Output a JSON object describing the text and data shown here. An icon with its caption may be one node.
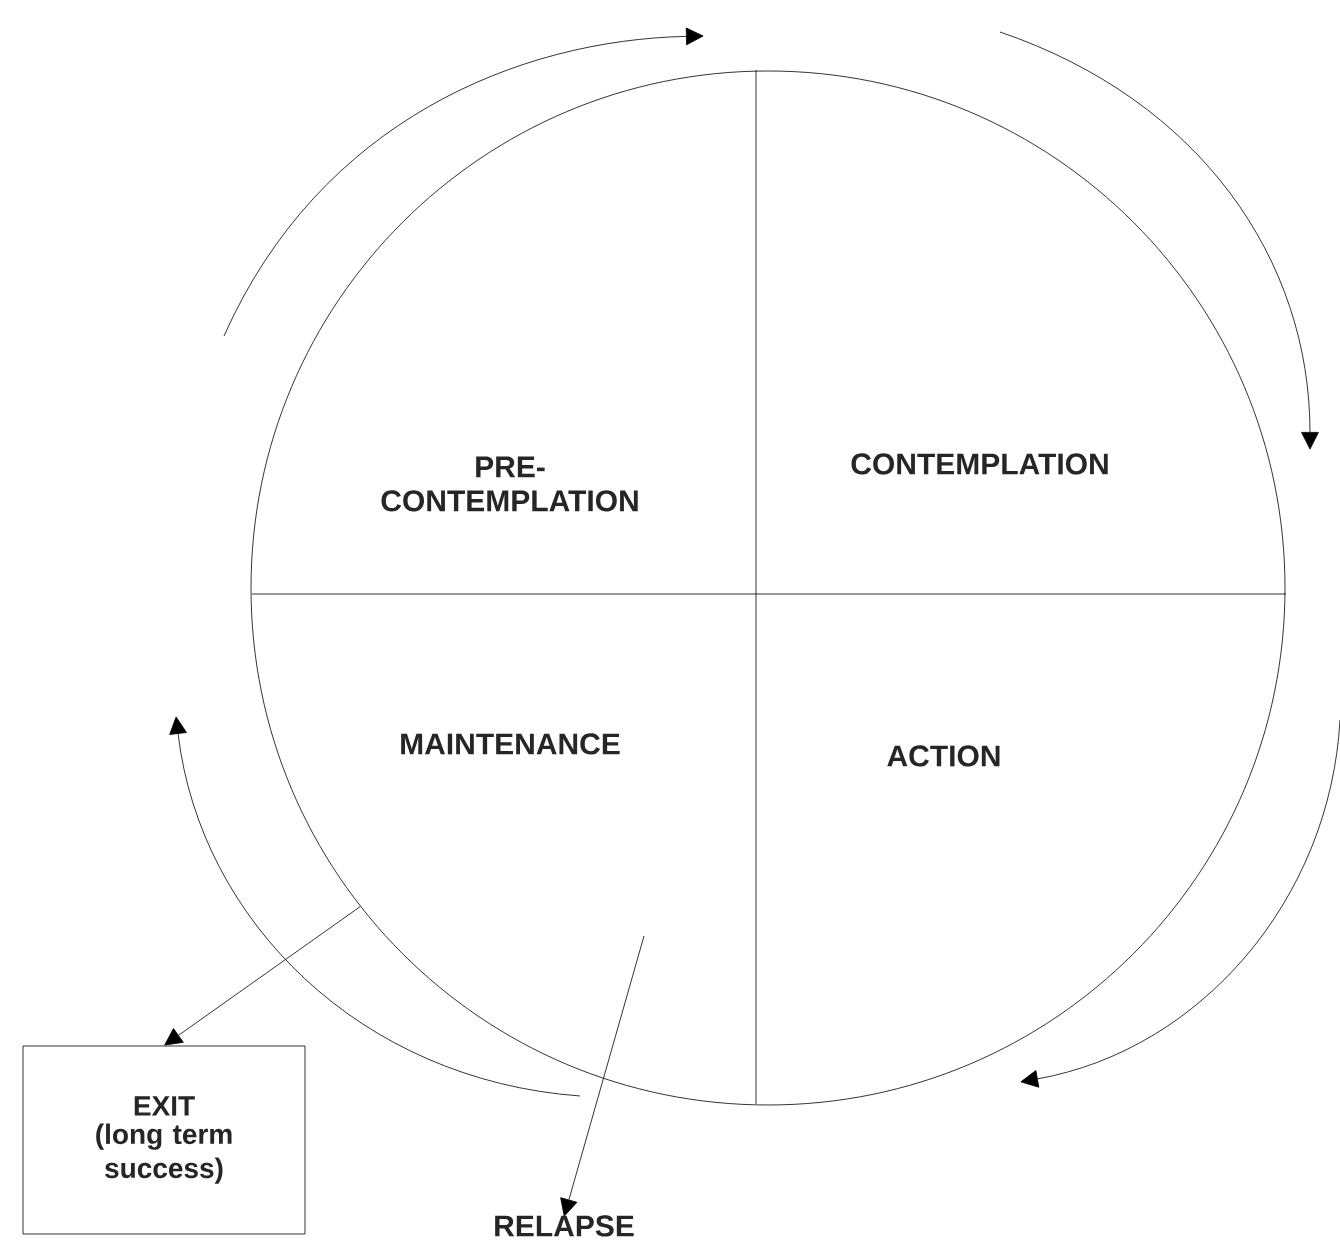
{
  "diagram": {
    "nodes": [
      {
        "text": [],
        "shape": "circle"
      },
      {
        "text": [
          "EXIT",
          "(long term success)"
        ]
      },
      {
        "text": [
          "RELAPSE"
        ]
      }
    ],
    "edges": [
      {
        "from": 0,
        "to": 1,
        "arrow": "to"
      },
      {
        "from": 0,
        "to": 2,
        "arrow": "to"
      }
    ],
    "labels": [
      "PRE- CONTEMPLATION",
      "CONTEMPLATION",
      "MAINTENANCE",
      "ACTION"
    ]
  }
}
